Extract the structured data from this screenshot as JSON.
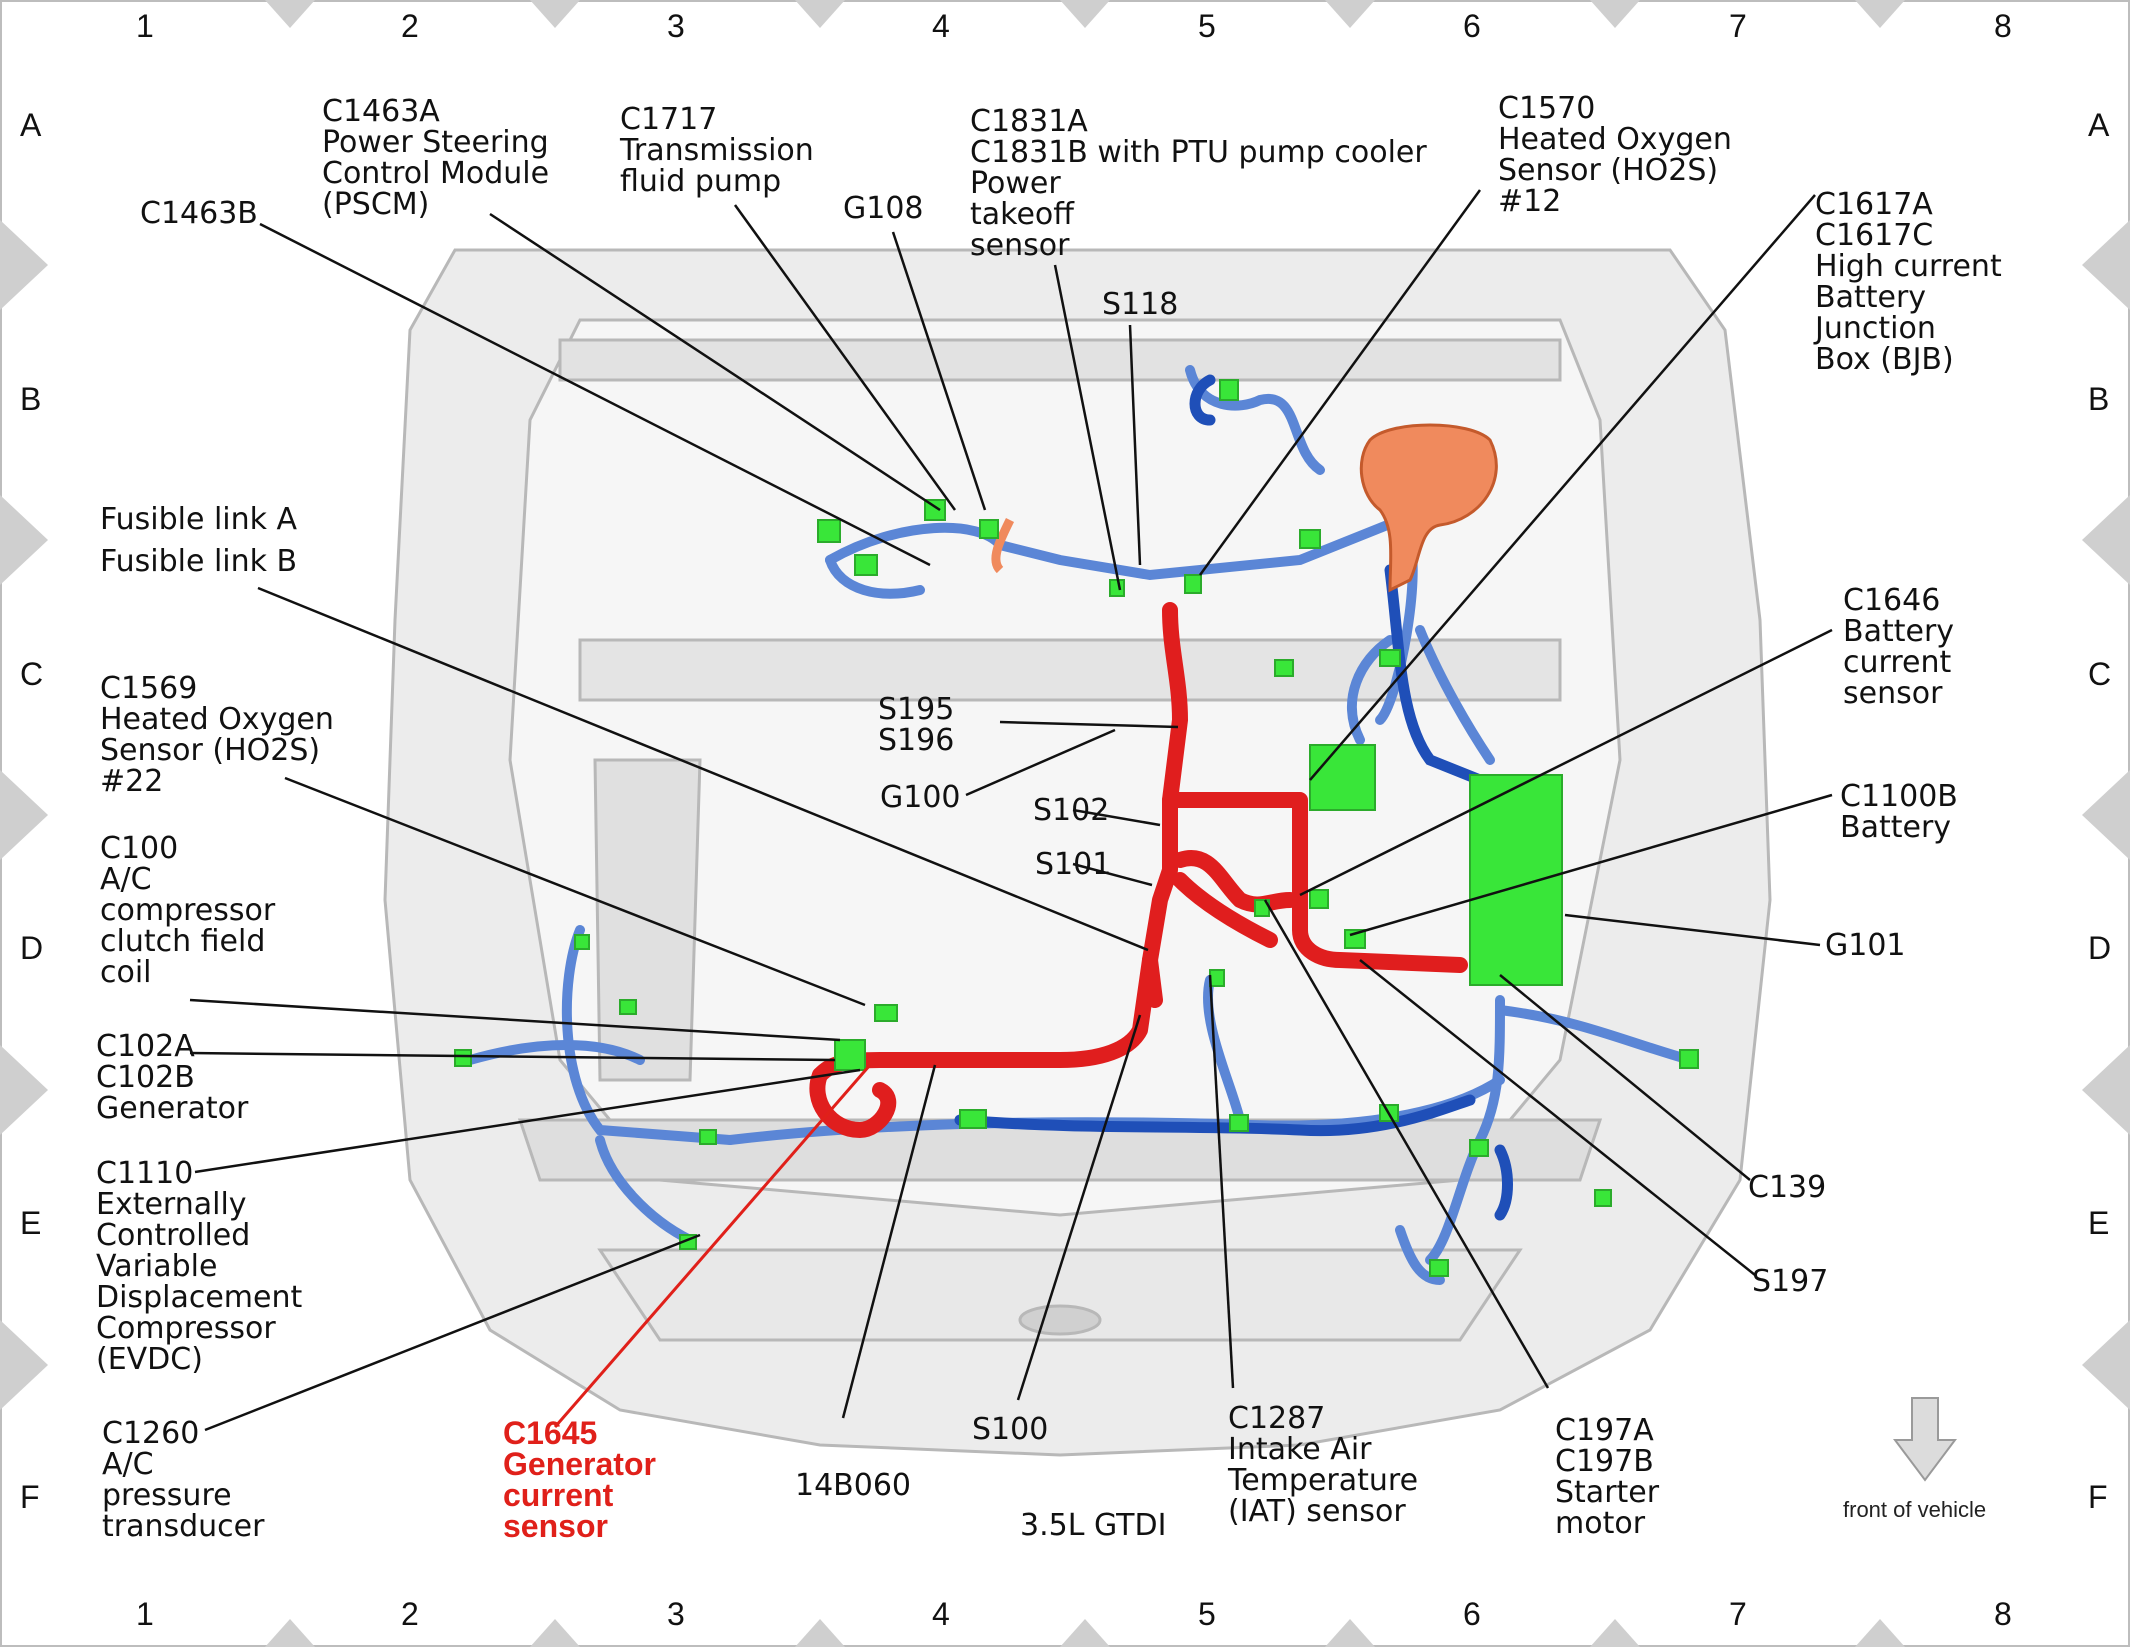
{
  "grid": {
    "columns": [
      "1",
      "2",
      "3",
      "4",
      "5",
      "6",
      "7",
      "8"
    ],
    "rows": [
      "A",
      "B",
      "C",
      "D",
      "E",
      "F"
    ]
  },
  "labels": {
    "c1463b": "C1463B",
    "c1463a": "C1463A\nPower Steering\nControl Module\n(PSCM)",
    "c1717": "C1717\nTransmission\nfluid pump",
    "g108": "G108",
    "c1831": "C1831A\nC1831B with PTU pump cooler\nPower\ntakeoff\nsensor",
    "s118": "S118",
    "c1570": "C1570\nHeated Oxygen\nSensor (HO2S)\n#12",
    "c1617": "C1617A\nC1617C\nHigh current\nBattery\nJunction\nBox (BJB)",
    "fusible": "Fusible link A\nFusible link B",
    "c1569": "C1569\nHeated Oxygen\nSensor (HO2S)\n#22",
    "s195": "S195\nS196",
    "g100": "G100",
    "s102": "S102",
    "s101": "S101",
    "c1646": "C1646\nBattery\ncurrent\nsensor",
    "c1100b": "C1100B\nBattery",
    "g101": "G101",
    "c100": "C100\nA/C\ncompressor\nclutch field\ncoil",
    "c102": "C102A\nC102B\nGenerator",
    "c1110": "C1110\nExternally\nControlled\nVariable\nDisplacement\nCompressor\n(EVDC)",
    "c139": "C139",
    "s197": "S197",
    "c1260": "C1260\nA/C\npressure\ntransducer",
    "c1645": "C1645\nGenerator\ncurrent\nsensor",
    "p14b060": "14B060",
    "s100": "S100",
    "engine": "3.5L GTDI",
    "c1287": "C1287\nIntake Air\nTemperature\n(IAT) sensor",
    "c197": "C197A\nC197B\nStarter\nmotor",
    "front": "front of vehicle"
  },
  "colors": {
    "power_harness": "#e01e1e",
    "main_harness": "#5b86d6",
    "dark_harness": "#1f4fb8",
    "connector": "#39e639",
    "bjb": "#f08a5d",
    "highlight": "#e0201a",
    "frame_marker": "#cfcfcf"
  }
}
